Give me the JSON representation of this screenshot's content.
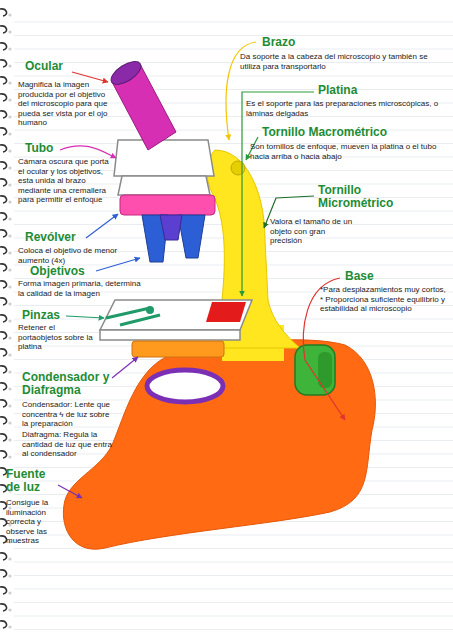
{
  "diagram": {
    "labels": [
      "Ocular",
      "Magnifica la imagen producida por el objetivo del microscopio para que pueda ser vista por el ojo humano",
      "Brazo",
      "Da soporte a la cabeza del microscopio y también se utiliza para transportarlo",
      "Platina",
      "Es el soporte para las preparaciones microscópicas, o láminas delgadas",
      "Tubo",
      "Cámara oscura que porta el ocular y los objetivos, esta unida al brazo mediante una cremallera para permitir el enfoque",
      "Tornillo Macrométrico",
      "Son tornillos de enfoque, mueven la platina o el tubo hacia arriba o hacia abajo",
      "Revólver",
      "Coloca el objetivo de menor aumento (4x)",
      "Tornillo Micrométrico",
      "Valora el tamaño de un objeto con gran precisión",
      "Objetivos",
      "Forma imagen primaria, determina la calidad de la imagen",
      "Base",
      "*Para desplazamientos muy cortos, * Proporciona suficiente equilibrio y estabilidad al microscopio",
      "Pinzas",
      "Retener el portaobjetos sobre la platina",
      "Condensador y Diafragma",
      "Condensador: Lente que concentra ϟ de luz sobre la preparación",
      "Diafragma: Regula la cantidad de luz que entra al condensador",
      "Fuente de luz",
      "Consigue la iluminación correcta y observe las muestras"
    ]
  }
}
